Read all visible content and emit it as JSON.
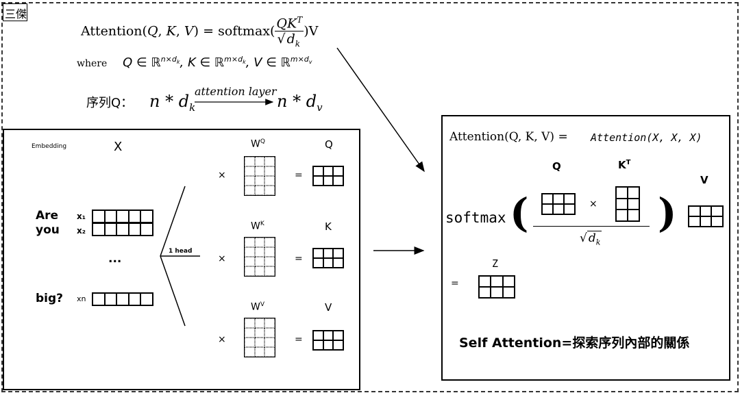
{
  "corner": {
    "label": "三傑"
  },
  "formula": {
    "lhs": "Attention(",
    "q": "Q",
    "k": "K",
    "v": "V",
    "eq": ") = softmax(",
    "num": "QK",
    "sup_t": "T",
    "den_sqrt": "√",
    "den_d": "d",
    "den_sub": "k",
    "tail": ")V"
  },
  "where": {
    "word": "where",
    "q_part": "Q ∈ ℝ",
    "q_sup": "n×d",
    "q_subk": "k",
    "k_part": ", K ∈ ℝ",
    "k_sup": "m×d",
    "k_subk": "k",
    "v_part": ", V ∈ ℝ",
    "v_sup": "m×d",
    "v_subv": "v"
  },
  "seq": {
    "label": "序列Q：",
    "lhs": "n * d",
    "lhs_sub": "k",
    "arrow_label": "attention layer",
    "rhs": "n * d",
    "rhs_sub": "v"
  },
  "left": {
    "embedding": "Embedding",
    "x": "X",
    "are": "Are",
    "you": "you",
    "dots": "...",
    "big": "big?",
    "x1": "x₁",
    "x2": "x₂",
    "xn": "xn",
    "head": "1 head",
    "wq": "W",
    "wq_sup": "Q",
    "wk": "W",
    "wk_sup": "K",
    "wv": "W",
    "wv_sup": "V",
    "q": "Q",
    "k": "K",
    "v": "V",
    "times": "×",
    "equals": "="
  },
  "right": {
    "lhs": "Attention(Q, K, V) =",
    "rhs": "Attention(X, X, X)",
    "q": "Q",
    "kt": "K",
    "kt_sup": "T",
    "v": "V",
    "softmax": "softmax",
    "times": "×",
    "den_sqrt": "√",
    "den_d": "d",
    "den_sub": "k",
    "eq": "=",
    "z": "Z",
    "caption": "Self Attention=探索序列內部的關係"
  }
}
